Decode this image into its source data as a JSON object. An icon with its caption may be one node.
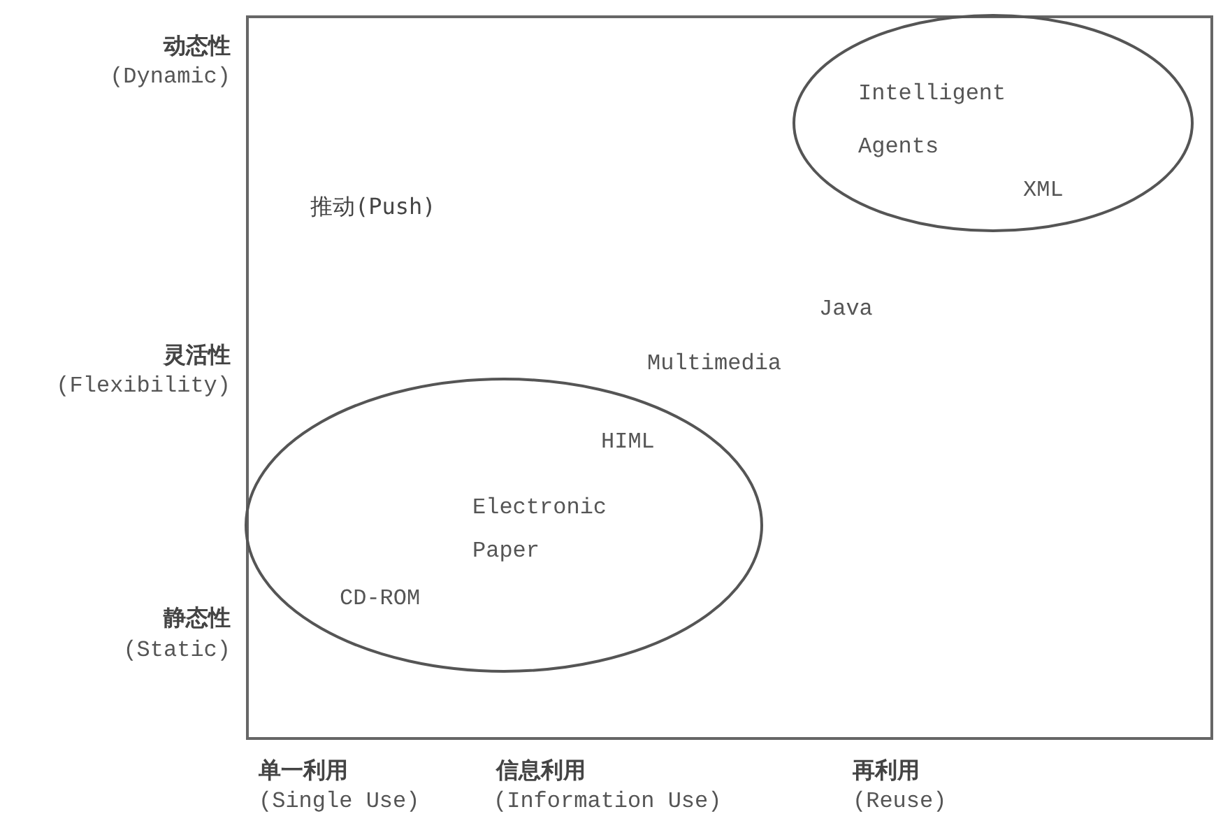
{
  "diagram": {
    "nodes": [
      {
        "text": [
          "Intelligent Agents",
          "XML"
        ]
      },
      {
        "text": [
          "HIML",
          "Electronic Paper",
          "CD-ROM"
        ]
      }
    ],
    "labels": [
      "动态性",
      "(Dynamic)",
      "推动(Push)",
      "Java",
      "灵活性",
      "(Flexibility)",
      "Multimedia",
      "静态性",
      "(Static)",
      "单一利用",
      "(Single Use)",
      "信息利用",
      "(Information Use)",
      "再利用",
      "(Reuse)"
    ]
  }
}
